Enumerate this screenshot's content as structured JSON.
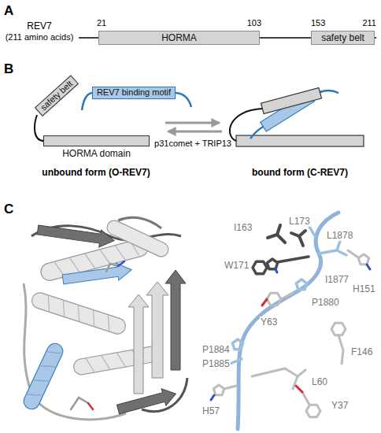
{
  "diagram": {
    "nodes": [
      {
        "text": [
          "HORMA"
        ]
      },
      {
        "text": [
          "safety belt"
        ]
      },
      {
        "text": [
          "safety belt"
        ]
      },
      {
        "text": [
          "REV7 binding motif"
        ]
      },
      {
        "text": [
          "HORMA domain"
        ]
      }
    ],
    "labels": [
      "A",
      "REV7",
      "(211 amino acids)",
      "21",
      "103",
      "153",
      "211",
      "B",
      "unbound form (O-REV7)",
      "p31comet + TRIP13",
      "bound form (C-REV7)",
      "C",
      "I163",
      "L173",
      "L1878",
      "W171",
      "I1877",
      "H151",
      "P1880",
      "Y63",
      "P1884",
      "F146",
      "P1885",
      "L60",
      "H57",
      "Y37"
    ]
  }
}
